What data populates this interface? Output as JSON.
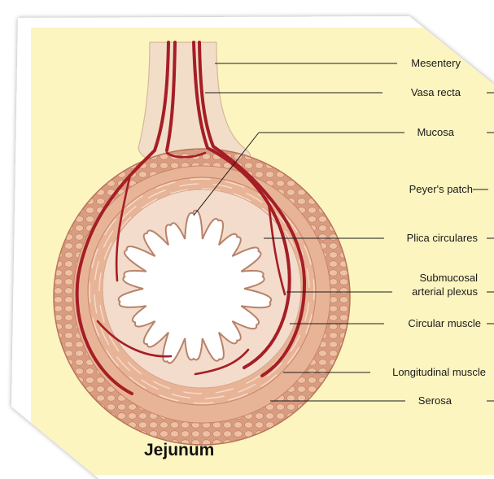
{
  "title": "Jejunum",
  "labels": [
    {
      "id": "mesentery",
      "lines": [
        "Mesentery"
      ]
    },
    {
      "id": "vasa-recta",
      "lines": [
        "Vasa recta"
      ]
    },
    {
      "id": "mucosa",
      "lines": [
        "Mucosa"
      ]
    },
    {
      "id": "peyers-patch",
      "lines": [
        "Peyer's patch"
      ]
    },
    {
      "id": "plica-circulares",
      "lines": [
        "Plica circulares"
      ]
    },
    {
      "id": "submucosal-arterial-plexus",
      "lines": [
        "Submucosal",
        "arterial plexus"
      ]
    },
    {
      "id": "circular-muscle",
      "lines": [
        "Circular muscle"
      ]
    },
    {
      "id": "longitudinal-muscle",
      "lines": [
        "Longitudinal muscle"
      ]
    },
    {
      "id": "serosa",
      "lines": [
        "Serosa"
      ]
    }
  ],
  "colors": {
    "background": "#fdf5c0",
    "serosa": "#d89c80",
    "muscle": "#e8b497",
    "submucosa": "#f3dccb",
    "lumen": "#ffffff",
    "artery": "#a51e25",
    "mesentery": "#f2ddc8"
  }
}
